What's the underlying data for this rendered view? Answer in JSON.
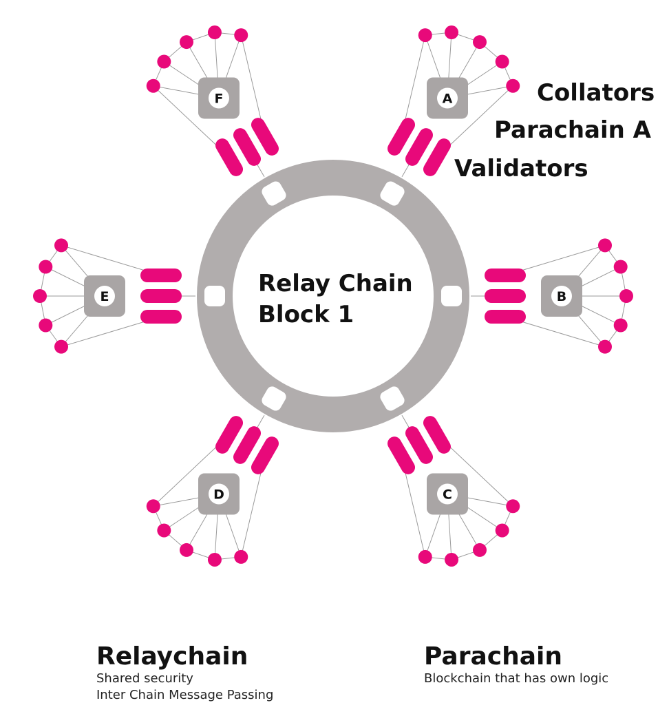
{
  "diagram": {
    "center_label_line1": "Relay Chain",
    "center_label_line2": "Block 1",
    "callout_collators": "Collators",
    "callout_parachain": "Parachain A",
    "callout_validators": "Validators",
    "parachains": [
      {
        "letter": "A",
        "angle_deg": -60
      },
      {
        "letter": "B",
        "angle_deg": 0
      },
      {
        "letter": "C",
        "angle_deg": 60
      },
      {
        "letter": "D",
        "angle_deg": 120
      },
      {
        "letter": "E",
        "angle_deg": 180
      },
      {
        "letter": "F",
        "angle_deg": 240
      }
    ],
    "collators_per_parachain": 5,
    "validators_per_parachain": 3,
    "colors": {
      "ring": "#b1adad",
      "node": "#e8097a",
      "parachain_box": "#a9a5a5",
      "edge": "#9a9a9a",
      "text": "#111111"
    }
  },
  "legend": {
    "relaychain_title": "Relaychain",
    "relaychain_line1": "Shared security",
    "relaychain_line2": "Inter Chain Message Passing",
    "parachain_title": "Parachain",
    "parachain_line1": "Blockchain that has own logic"
  }
}
